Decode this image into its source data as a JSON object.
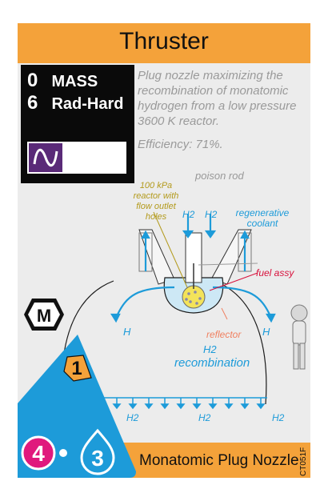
{
  "card": {
    "title": "Thruster",
    "stats": [
      {
        "value": "0",
        "label": "MASS"
      },
      {
        "value": "6",
        "label": "Rad-Hard"
      }
    ],
    "description": "Plug nozzle maximizing the recombination of monatomic hydrogen from a low pressure 3600 K reactor.",
    "description_lines": [
      "Plug nozzle maximizing the",
      "recombination of monatomic",
      "hydrogen from a low pressure",
      "3600 K reactor."
    ],
    "efficiency": "Efficiency: 71%.",
    "type_badge": "M",
    "cost_top": "1",
    "cost_left": "4",
    "cost_right": "3",
    "name": "Monatomic Plug Nozzle",
    "card_id": "CT051F",
    "colors": {
      "orange": "#f4a23a",
      "blue": "#1d9bd9",
      "magenta": "#e0197d",
      "reactor_label": "#b39a1c",
      "fuel_label": "#d8113c",
      "reflector_label": "#f08060"
    }
  },
  "diagram": {
    "labels": {
      "poison_rod": "poison rod",
      "reactor_lines": [
        "100 kPa",
        "reactor with",
        "flow outlet",
        "holes"
      ],
      "h2_left": "H2",
      "h2_right": "H2",
      "regen_lines": [
        "regenerative",
        "coolant"
      ],
      "fuel_assy": "fuel assy",
      "h_left": "H",
      "h_right": "H",
      "reflector": "reflector",
      "recomb_h2": "H2",
      "recombination": "recombination",
      "exit_h2_left": "H2",
      "exit_h2_mid": "H2",
      "exit_h2_right": "H2"
    }
  }
}
